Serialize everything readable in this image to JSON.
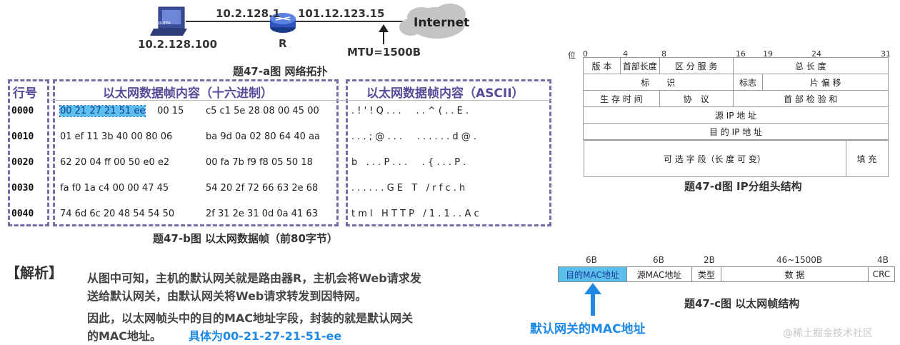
{
  "topology": {
    "host_ip": "10.2.128.100",
    "gw_ip": "10.2.128.1",
    "router_label": "R",
    "router_icon_text": "ROUTER",
    "wan_ip": "101.12.123.15",
    "mtu": "MTU=1500B",
    "internet": "Internet",
    "caption": "题47-a图 网络拓扑"
  },
  "frame": {
    "col_line": "行号",
    "col_hex": "以太网数据帧内容（十六进制）",
    "col_ascii": "以太网数据帧内容（ASCII）",
    "rows": [
      {
        "line": "0000",
        "hex_hl": "00 21 27 21 51 ee",
        "hex_a": " 00 15",
        "hex_b": "c5 c1 5e 28 08 00 45 00",
        "ascii": ". ! ' ! Q . . .     . . ^ ( . . E ."
      },
      {
        "line": "0010",
        "hex_hl": "",
        "hex_a": "01 ef 11 3b 40 00 80 06",
        "hex_b": "ba 9d 0a 02 80 64 40 aa",
        "ascii": ". . . ; @ . . .     . . . . . . d @ ."
      },
      {
        "line": "0020",
        "hex_hl": "",
        "hex_a": "62 20 04 ff 00 50 e0 e2",
        "hex_b": "00 fa 7b f9 f8 05 50 18",
        "ascii": "b   . . . P . . .     . { . . . P ."
      },
      {
        "line": "0030",
        "hex_hl": "",
        "hex_a": "fa f0 1a c4 00 00 47 45",
        "hex_b": "54 20 2f 72 66 63 2e 68",
        "ascii": ". . . . . . G E   T   / r f c . h"
      },
      {
        "line": "0040",
        "hex_hl": "",
        "hex_a": "74 6d 6c 20 48 54 54 50",
        "hex_b": "2f 31 2e 31 0d 0a 41 63",
        "ascii": "t m l   H T T P   / 1 . 1 . . A c"
      }
    ],
    "caption": "题47-b图 以太网数据帧（前80字节）"
  },
  "ip_header": {
    "bits": [
      "位",
      "0",
      "4",
      "8",
      "16",
      "19",
      "24",
      "31"
    ],
    "version": "版 本",
    "ihl": "首部长度",
    "tos": "区 分 服 务",
    "total_len": "总 长 度",
    "ident": "标　　识",
    "flags": "标志",
    "frag": "片 偏 移",
    "ttl": "生 存 时 间",
    "proto": "协　议",
    "checksum": "首 部 检 验 和",
    "src": "源 IP 地 址",
    "dst": "目 的 IP 地 址",
    "options": "可 选 字 段（长 度 可 变）",
    "padding": "填 充",
    "caption": "题47-d图 IP分组头结构"
  },
  "ethernet": {
    "sizes": [
      "6B",
      "6B",
      "2B",
      "46~1500B",
      "4B"
    ],
    "fields": [
      "目的MAC地址",
      "源MAC地址",
      "类型",
      "数 据",
      "CRC"
    ],
    "caption": "题47-c图 以太网帧结构",
    "annotation": "默认网关的MAC地址"
  },
  "analysis": {
    "title": "【解析】",
    "p1": "从图中可知，主机的默认网关就是路由器R，主机会将Web请求发",
    "p1b": "送给默认网关，由默认网关将Web请求转发到因特网。",
    "p2": "因此，以太网帧头中的目的MAC地址字段，封装的就是默认网关",
    "p2b": "的MAC地址。",
    "answer": "具体为00-21-27-21-51-ee"
  },
  "watermark": "@稀土掘金技术社区",
  "colors": {
    "accent": "#1e88e5",
    "frame_border": "#7b6aa8",
    "highlight": "#5bc0eb"
  }
}
